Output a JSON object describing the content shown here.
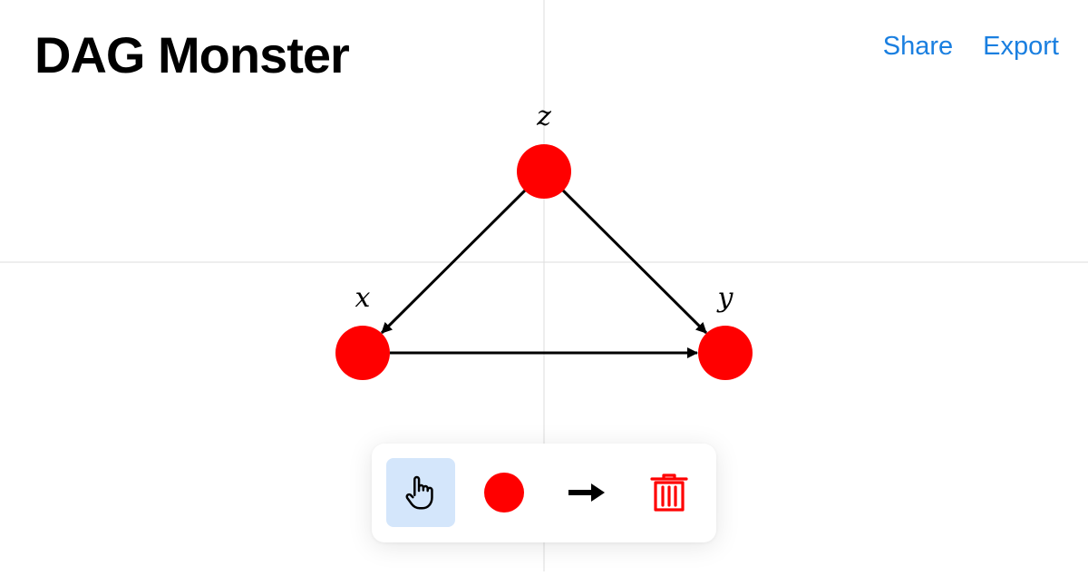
{
  "app": {
    "title": "DAG Monster"
  },
  "header": {
    "share_label": "Share",
    "export_label": "Export",
    "link_color": "#1a7fe0"
  },
  "graph": {
    "node_color": "#ff0000",
    "edge_color": "#000000",
    "nodes": [
      {
        "id": "z",
        "label": "z"
      },
      {
        "id": "x",
        "label": "x"
      },
      {
        "id": "y",
        "label": "y"
      }
    ],
    "edges": [
      {
        "from": "z",
        "to": "x"
      },
      {
        "from": "z",
        "to": "y"
      },
      {
        "from": "x",
        "to": "y"
      }
    ]
  },
  "toolbar": {
    "active_tool": "select",
    "tools": [
      {
        "id": "select",
        "icon": "hand-pointer-icon"
      },
      {
        "id": "node",
        "icon": "node-circle-icon"
      },
      {
        "id": "edge",
        "icon": "arrow-right-icon"
      },
      {
        "id": "delete",
        "icon": "trash-icon"
      }
    ],
    "delete_color": "#ff0000"
  }
}
